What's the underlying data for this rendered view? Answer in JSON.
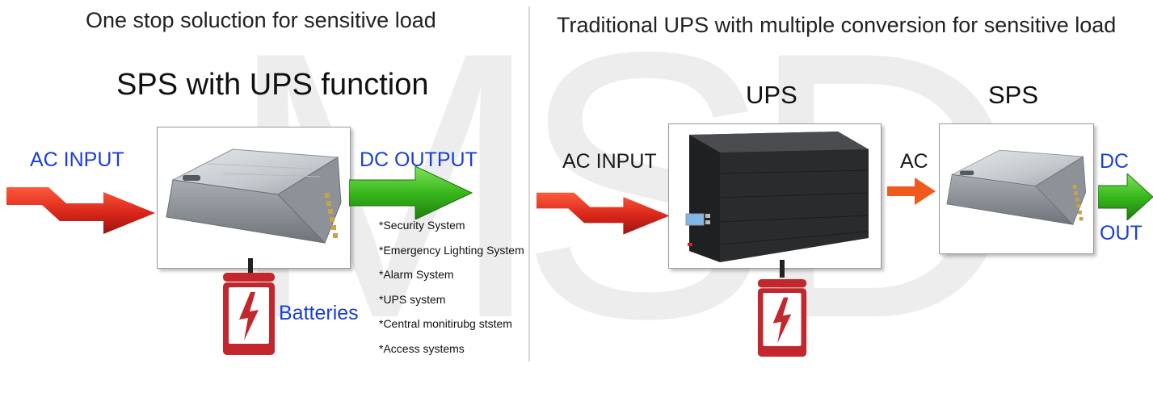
{
  "watermark": "MSD",
  "left": {
    "heading": "One stop soluction for sensitive load",
    "title": "SPS with UPS function",
    "ac_input_label": "AC  INPUT",
    "dc_output_label": "DC  OUTPUT",
    "batteries_label": "Batteries",
    "applications": [
      "*Security System",
      "*Emergency Lighting System",
      "*Alarm System",
      "*UPS system",
      "*Central monitirubg ststem",
      "*Access systems"
    ]
  },
  "right": {
    "heading": "Traditional UPS with multiple conversion for sensitive load",
    "ac_input_label": "AC  INPUT",
    "ups_label": "UPS",
    "sps_label": "SPS",
    "ac_label": "AC",
    "dc_label": "DC",
    "out_label": "OUT"
  },
  "colors": {
    "red_arrow": "#d8261a",
    "green_arrow": "#38b81c",
    "orange_arrow": "#f05a1e",
    "battery_red": "#c2272d",
    "text_blue": "#1a3fd6"
  }
}
